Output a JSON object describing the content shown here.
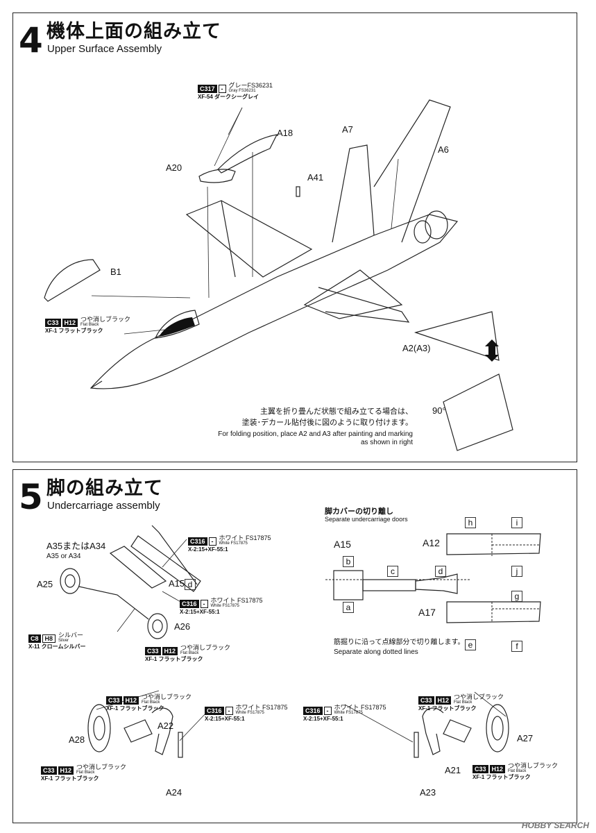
{
  "step4": {
    "number": "4",
    "title_jp": "機体上面の組み立て",
    "title_en": "Upper Surface Assembly",
    "part_labels": {
      "a18": "A18",
      "a7": "A7",
      "a6": "A6",
      "a20": "A20",
      "a41": "A41",
      "b1": "B1",
      "a2a3": "A2(A3)",
      "angle": "90°"
    },
    "paint_gray": {
      "code1": "C317",
      "code2": "-",
      "jp": "グレーFS36231",
      "en": "Gray FS36231",
      "mix": "XF-54 ダークシーグレイ"
    },
    "paint_black": {
      "code1": "C33",
      "code2": "H12",
      "jp": "つや消しブラック",
      "en": "Flat Black",
      "mix": "XF-1 フラットブラック"
    },
    "note_jp_1": "主翼を折り畳んだ状態で組み立てる場合は、",
    "note_jp_2": "塗装･デカール貼付後に図のように取り付けます。",
    "note_en_1": "For folding position, place A2 and A3 after painting and marking",
    "note_en_2": "as shown in right"
  },
  "step5": {
    "number": "5",
    "title_jp": "脚の組み立て",
    "title_en": "Undercarriage assembly",
    "part_labels": {
      "a35": "A35またはA34",
      "a35_en": "A35 or A34",
      "a25": "A25",
      "a26": "A26",
      "a15d": "A15",
      "d1": "d",
      "a28": "A28",
      "a22": "A22",
      "a24": "A24",
      "a27": "A27",
      "a21": "A21",
      "a23": "A23"
    },
    "paint_white": {
      "code1": "C316",
      "code2": "-",
      "jp": "ホワイト FS17875",
      "en": "White FS17875",
      "mix": "X-2:15+XF-55:1"
    },
    "paint_silver": {
      "code1": "C8",
      "code2": "H8",
      "jp": "シルバー",
      "en": "Silver",
      "mix": "X-11 クロームシルバー"
    },
    "paint_black": {
      "code1": "C33",
      "code2": "H12",
      "jp": "つや消しブラック",
      "en": "Flat Black",
      "mix": "XF-1 フラットブラック"
    },
    "separate": {
      "title_jp": "脚カバーの切り離し",
      "title_en": "Separate undercarriage doors",
      "a15": "A15",
      "a12": "A12",
      "a17": "A17",
      "letters": {
        "a": "a",
        "b": "b",
        "c": "c",
        "d": "d",
        "e": "e",
        "f": "f",
        "g": "g",
        "h": "h",
        "i": "i",
        "j": "j"
      },
      "note_jp": "筋掘りに沿って点線部分で切り離します。",
      "note_en": "Separate along dotted lines"
    }
  },
  "watermark": "HOBBY SEARCH"
}
